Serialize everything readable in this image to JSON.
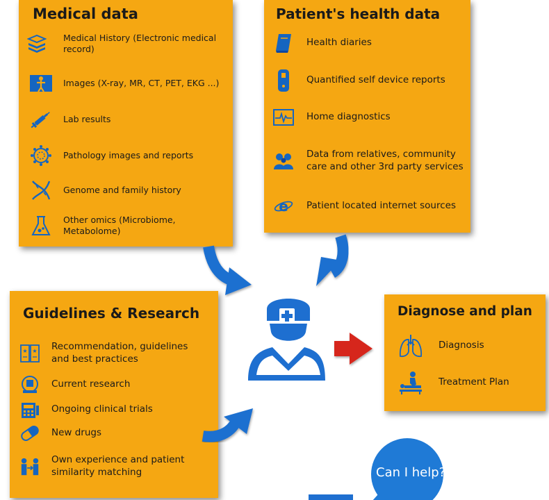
{
  "colors": {
    "box_fill": "#f5a712",
    "icon_blue": "#1565c0",
    "arrow_blue": "#1e6fd0",
    "arrow_red": "#d6261d",
    "bubble_blue": "#1f7ad6"
  },
  "medical_data": {
    "title": "Medical data",
    "items": [
      {
        "label": "Medical History (Electronic medical record)",
        "icon": "records-stack-icon"
      },
      {
        "label": "Images (X-ray, MR, CT, PET, EKG ...)",
        "icon": "xray-body-icon"
      },
      {
        "label": "Lab results",
        "icon": "syringe-icon"
      },
      {
        "label": "Pathology images and reports",
        "icon": "virus-cell-icon"
      },
      {
        "label": "Genome and family history",
        "icon": "dna-icon"
      },
      {
        "label": "Other omics (Microbiome, Metabolome)",
        "icon": "flask-icon"
      }
    ]
  },
  "patient_health_data": {
    "title": "Patient's health data",
    "items": [
      {
        "label": "Health diaries",
        "icon": "book-icon"
      },
      {
        "label": "Quantified self device reports",
        "icon": "wearable-device-icon"
      },
      {
        "label": "Home diagnostics",
        "icon": "heart-monitor-icon"
      },
      {
        "label": "Data from relatives, community care and other 3rd party services",
        "icon": "people-group-icon"
      },
      {
        "label": "Patient located internet sources",
        "icon": "internet-explorer-icon"
      }
    ]
  },
  "guidelines_research": {
    "title": "Guidelines & Research",
    "items": [
      {
        "label": "Recommendation, guidelines and best practices",
        "icon": "guideline-docs-icon"
      },
      {
        "label": "Current research",
        "icon": "microscope-icon"
      },
      {
        "label": "Ongoing clinical trials",
        "icon": "calculator-icon"
      },
      {
        "label": "New drugs",
        "icon": "pill-icon"
      },
      {
        "label": "Own experience and patient similarity matching",
        "icon": "patient-match-icon"
      }
    ]
  },
  "diagnose_plan": {
    "title": "Diagnose and plan",
    "items": [
      {
        "label": "Diagnosis",
        "icon": "lungs-icon"
      },
      {
        "label": "Treatment Plan",
        "icon": "treatment-icon"
      }
    ]
  },
  "center": {
    "icon": "doctor-icon"
  },
  "bubble": {
    "text": "Can I help?"
  }
}
